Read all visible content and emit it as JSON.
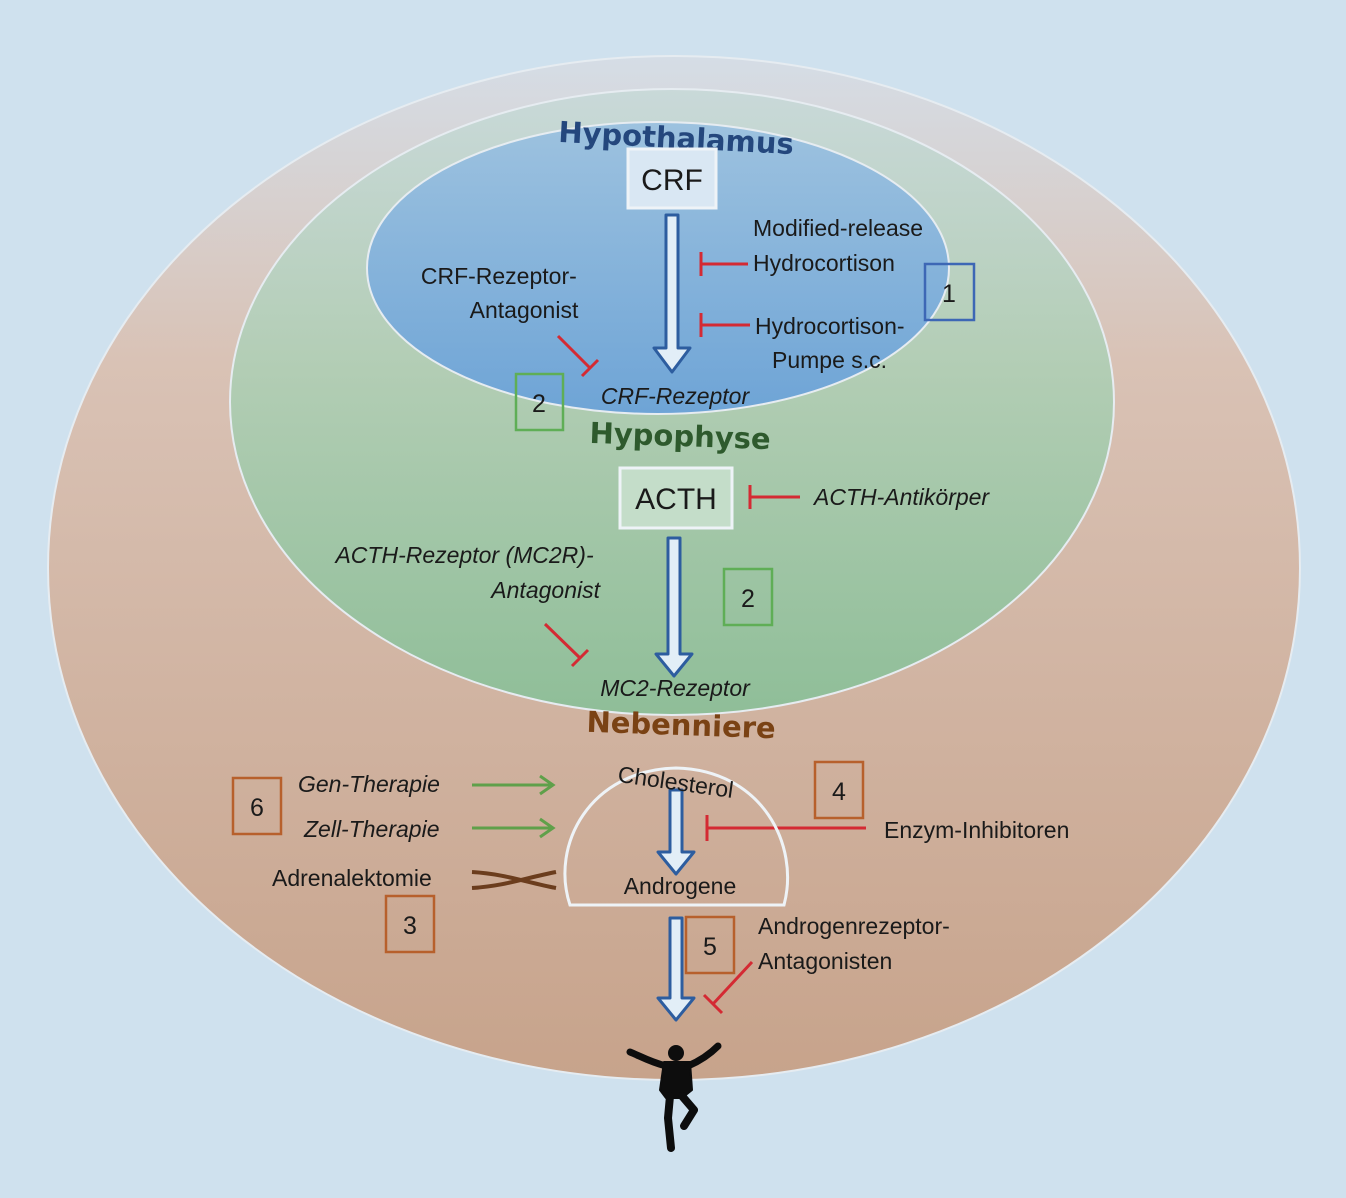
{
  "regions": {
    "hypothalamus": "Hypothalamus",
    "hypophyse": "Hypophyse",
    "nebenniere": "Nebenniere"
  },
  "hormones": {
    "crf": "CRF",
    "acth": "ACTH"
  },
  "receptors": {
    "crf": "CRF-Rezeptor",
    "mc2": "MC2-Rezeptor"
  },
  "therapies": {
    "mr_hydrocortison": [
      "Modified-release",
      "Hydrocortison"
    ],
    "hydrocortison_pumpe": [
      "Hydrocortison-",
      "Pumpe s.c."
    ],
    "crf_antagonist": [
      "CRF-Rezeptor-",
      "Antagonist"
    ],
    "acth_antikoerper": "ACTH-Antikörper",
    "mc2r_antagonist": [
      "ACTH-Rezeptor (MC2R)-",
      "Antagonist"
    ],
    "gen_therapie": "Gen-Therapie",
    "zell_therapie": "Zell-Therapie",
    "adrenalektomie": "Adrenalektomie",
    "enzym_inhibitoren": "Enzym-Inhibitoren",
    "androgenrezeptor_antagonisten": [
      "Androgenrezeptor-",
      "Antagonisten"
    ]
  },
  "steroids": {
    "cholesterol": "Cholesterol",
    "androgene": "Androgene"
  },
  "badges": {
    "b1": "1",
    "b2a": "2",
    "b2b": "2",
    "b3": "3",
    "b4": "4",
    "b5": "5",
    "b6": "6"
  },
  "colors": {
    "background": "#cfe1ee",
    "inhibit_red": "#d42a33",
    "flow_blue": "#2d5d9f",
    "stimulate_green": "#5fa04a",
    "surgery_brown": "#6b3d1d",
    "hypothalamus_text": "#24477d",
    "hypophyse_text": "#2e5a2d",
    "nebenniere_text": "#7a4214",
    "badge_blue": "#3d67b5",
    "badge_green": "#5fae56",
    "badge_brown": "#b7602c"
  },
  "icons": {
    "person": "person-silhouette-icon"
  }
}
